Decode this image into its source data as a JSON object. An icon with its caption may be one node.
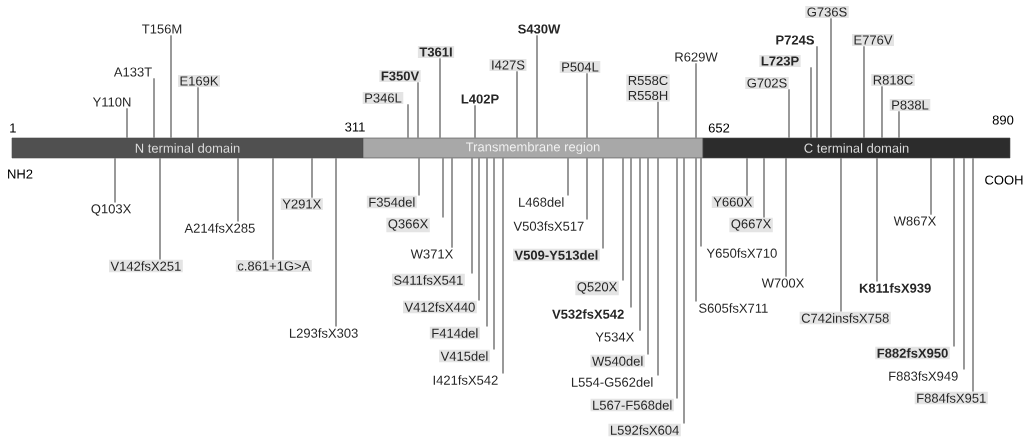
{
  "diagram": {
    "nodes": [
      {
        "text": [
          "N terminal domain"
        ]
      },
      {
        "text": [
          "Transmembrane region"
        ]
      },
      {
        "text": [
          "C terminal domain"
        ]
      },
      {
        "text": [
          "Y110N"
        ]
      },
      {
        "text": [
          "A133T"
        ]
      },
      {
        "text": [
          "T156M"
        ]
      },
      {
        "text": [
          "E169K"
        ]
      },
      {
        "text": [
          "P346L"
        ]
      },
      {
        "text": [
          "F350V"
        ]
      },
      {
        "text": [
          "T361I"
        ]
      },
      {
        "text": [
          "L402P"
        ]
      },
      {
        "text": [
          "I427S"
        ]
      },
      {
        "text": [
          "S430W"
        ]
      },
      {
        "text": [
          "P504L"
        ]
      },
      {
        "text": [
          "R558C",
          "R558H"
        ]
      },
      {
        "text": [
          "R629W"
        ]
      },
      {
        "text": [
          "G702S"
        ]
      },
      {
        "text": [
          "L723P"
        ]
      },
      {
        "text": [
          "P724S"
        ]
      },
      {
        "text": [
          "G736S"
        ]
      },
      {
        "text": [
          "E776V"
        ]
      },
      {
        "text": [
          "R818C"
        ]
      },
      {
        "text": [
          "P838L"
        ]
      },
      {
        "text": [
          "Q103X"
        ]
      },
      {
        "text": [
          "V142fsX251"
        ]
      },
      {
        "text": [
          "A214fsX285"
        ]
      },
      {
        "text": [
          "Y291X"
        ]
      },
      {
        "text": [
          "c.861+1G>A"
        ]
      },
      {
        "text": [
          "L293fsX303"
        ]
      },
      {
        "text": [
          "F354del"
        ]
      },
      {
        "text": [
          "Q366X"
        ]
      },
      {
        "text": [
          "W371X"
        ]
      },
      {
        "text": [
          "S411fsX541"
        ]
      },
      {
        "text": [
          "V412fsX440"
        ]
      },
      {
        "text": [
          "F414del"
        ]
      },
      {
        "text": [
          "V415del"
        ]
      },
      {
        "text": [
          "I421fsX542"
        ]
      },
      {
        "text": [
          "L468del"
        ]
      },
      {
        "text": [
          "V503fsX517"
        ]
      },
      {
        "text": [
          "V509-Y513del"
        ]
      },
      {
        "text": [
          "Q520X"
        ]
      },
      {
        "text": [
          "V532fsX542"
        ]
      },
      {
        "text": [
          "Y534X"
        ]
      },
      {
        "text": [
          "W540del"
        ]
      },
      {
        "text": [
          "L554-G562del"
        ]
      },
      {
        "text": [
          "L567-F568del"
        ]
      },
      {
        "text": [
          "L592fsX604"
        ]
      },
      {
        "text": [
          "S605fsX711"
        ]
      },
      {
        "text": [
          "Y650fsX710"
        ]
      },
      {
        "text": [
          "Y660X"
        ]
      },
      {
        "text": [
          "Q667X"
        ]
      },
      {
        "text": [
          "W700X"
        ]
      },
      {
        "text": [
          "C742insfsX758"
        ]
      },
      {
        "text": [
          "K811fsX939"
        ]
      },
      {
        "text": [
          "W867X"
        ]
      },
      {
        "text": [
          "F882fsX950"
        ]
      },
      {
        "text": [
          "F883fsX949"
        ]
      },
      {
        "text": [
          "F884fsX951"
        ]
      }
    ],
    "edges": [
      {
        "from": 3,
        "to": 0,
        "arrow": "none"
      },
      {
        "from": 4,
        "to": 0,
        "arrow": "none"
      },
      {
        "from": 5,
        "to": 0,
        "arrow": "none"
      },
      {
        "from": 6,
        "to": 0,
        "arrow": "none"
      },
      {
        "from": 7,
        "to": 1,
        "arrow": "none"
      },
      {
        "from": 8,
        "to": 1,
        "arrow": "none"
      },
      {
        "from": 9,
        "to": 1,
        "arrow": "none"
      },
      {
        "from": 10,
        "to": 1,
        "arrow": "none"
      },
      {
        "from": 11,
        "to": 1,
        "arrow": "none"
      },
      {
        "from": 12,
        "to": 1,
        "arrow": "none"
      },
      {
        "from": 13,
        "to": 1,
        "arrow": "none"
      },
      {
        "from": 14,
        "to": 1,
        "arrow": "none"
      },
      {
        "from": 15,
        "to": 1,
        "arrow": "none"
      },
      {
        "from": 16,
        "to": 2,
        "arrow": "none"
      },
      {
        "from": 17,
        "to": 2,
        "arrow": "none"
      },
      {
        "from": 18,
        "to": 2,
        "arrow": "none"
      },
      {
        "from": 19,
        "to": 2,
        "arrow": "none"
      },
      {
        "from": 20,
        "to": 2,
        "arrow": "none"
      },
      {
        "from": 21,
        "to": 2,
        "arrow": "none"
      },
      {
        "from": 22,
        "to": 2,
        "arrow": "none"
      },
      {
        "from": 23,
        "to": 0,
        "arrow": "none"
      },
      {
        "from": 24,
        "to": 0,
        "arrow": "none"
      },
      {
        "from": 25,
        "to": 0,
        "arrow": "none"
      },
      {
        "from": 26,
        "to": 0,
        "arrow": "none"
      },
      {
        "from": 27,
        "to": 0,
        "arrow": "none"
      },
      {
        "from": 28,
        "to": 0,
        "arrow": "none"
      },
      {
        "from": 29,
        "to": 1,
        "arrow": "none"
      },
      {
        "from": 30,
        "to": 1,
        "arrow": "none"
      },
      {
        "from": 31,
        "to": 1,
        "arrow": "none"
      },
      {
        "from": 32,
        "to": 1,
        "arrow": "none"
      },
      {
        "from": 33,
        "to": 1,
        "arrow": "none"
      },
      {
        "from": 34,
        "to": 1,
        "arrow": "none"
      },
      {
        "from": 35,
        "to": 1,
        "arrow": "none"
      },
      {
        "from": 36,
        "to": 1,
        "arrow": "none"
      },
      {
        "from": 37,
        "to": 1,
        "arrow": "none"
      },
      {
        "from": 38,
        "to": 1,
        "arrow": "none"
      },
      {
        "from": 39,
        "to": 1,
        "arrow": "none"
      },
      {
        "from": 40,
        "to": 1,
        "arrow": "none"
      },
      {
        "from": 41,
        "to": 1,
        "arrow": "none"
      },
      {
        "from": 42,
        "to": 1,
        "arrow": "none"
      },
      {
        "from": 43,
        "to": 1,
        "arrow": "none"
      },
      {
        "from": 44,
        "to": 1,
        "arrow": "none"
      },
      {
        "from": 45,
        "to": 1,
        "arrow": "none"
      },
      {
        "from": 46,
        "to": 1,
        "arrow": "none"
      },
      {
        "from": 47,
        "to": 1,
        "arrow": "none"
      },
      {
        "from": 48,
        "to": 1,
        "arrow": "none"
      },
      {
        "from": 49,
        "to": 2,
        "arrow": "none"
      },
      {
        "from": 50,
        "to": 2,
        "arrow": "none"
      },
      {
        "from": 51,
        "to": 2,
        "arrow": "none"
      },
      {
        "from": 52,
        "to": 2,
        "arrow": "none"
      },
      {
        "from": 53,
        "to": 2,
        "arrow": "none"
      },
      {
        "from": 54,
        "to": 2,
        "arrow": "none"
      },
      {
        "from": 55,
        "to": 2,
        "arrow": "none"
      },
      {
        "from": 56,
        "to": 2,
        "arrow": "none"
      },
      {
        "from": 57,
        "to": 2,
        "arrow": "none"
      }
    ],
    "labels": [
      "1",
      "311",
      "652",
      "890",
      "NH2",
      "COOH"
    ]
  }
}
